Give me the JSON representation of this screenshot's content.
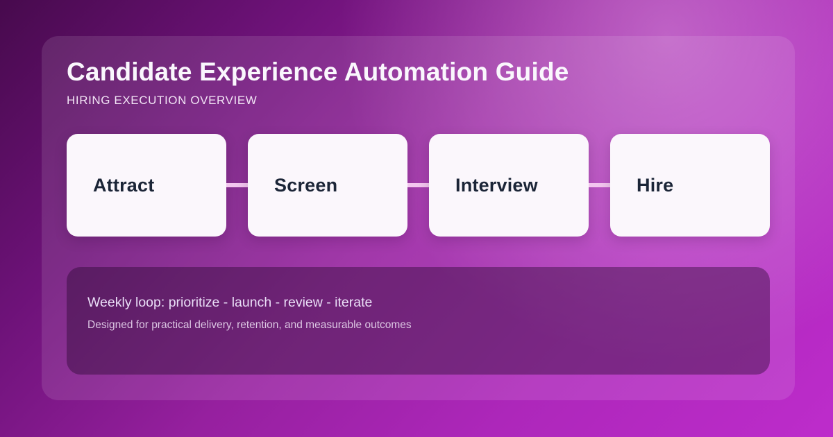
{
  "header": {
    "title": "Candidate Experience Automation Guide",
    "subtitle": "HIRING EXECUTION OVERVIEW"
  },
  "pipeline": {
    "steps": [
      {
        "label": "Attract"
      },
      {
        "label": "Screen"
      },
      {
        "label": "Interview"
      },
      {
        "label": "Hire"
      }
    ]
  },
  "footer": {
    "line1": "Weekly loop: prioritize - launch - review - iterate",
    "line2": "Designed for practical delivery, retention, and measurable outcomes"
  },
  "colors": {
    "bg-dark": "#470a4d",
    "bg-mid": "#96209f",
    "bg-bright": "#bd2ccb",
    "title-color": "#faf7fd",
    "subtitle-color": "#f2e4f5",
    "step-bg": "#fbf7fc",
    "step-text": "#1b2537",
    "connector-color": "#f3c6ef",
    "footer-line1-color": "#eadef7",
    "footer-line2-color": "#dcc6e3"
  }
}
